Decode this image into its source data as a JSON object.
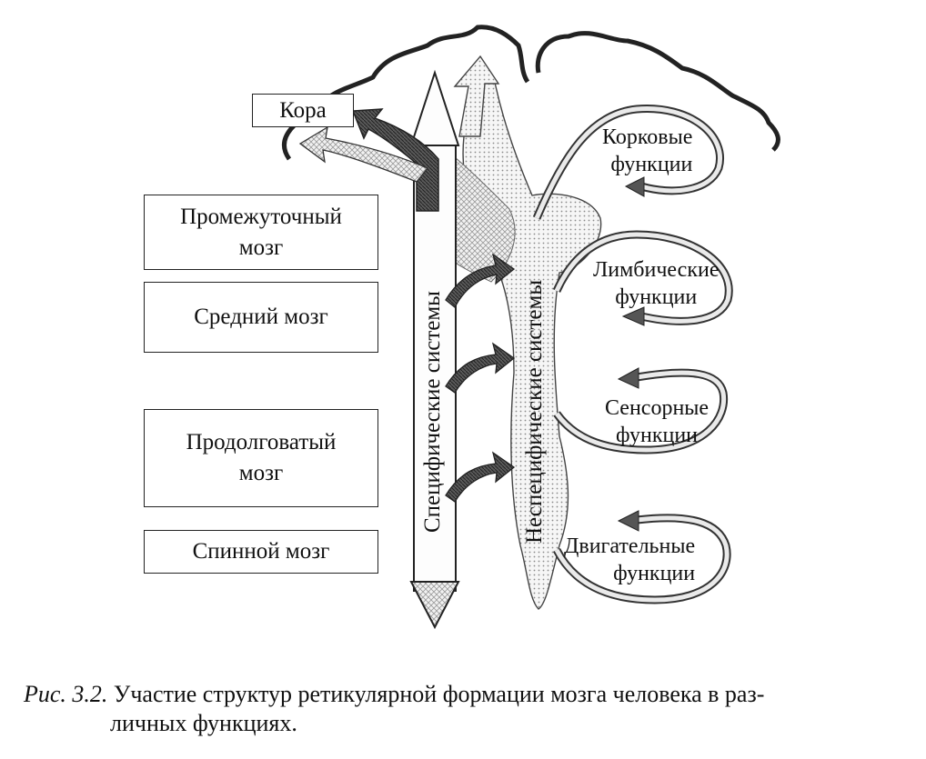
{
  "brain_regions": {
    "cortex": "Кора",
    "diencephalon_line1": "Промежуточный",
    "diencephalon_line2": "мозг",
    "midbrain": "Средний мозг",
    "medulla_line1": "Продолговатый",
    "medulla_line2": "мозг",
    "spinal_cord": "Спинной мозг"
  },
  "systems": {
    "specific": "Специфические системы",
    "nonspecific": "Неспецифические системы"
  },
  "functions": {
    "cortical_line1": "Корковые",
    "cortical_line2": "функции",
    "limbic_line1": "Лимбические",
    "limbic_line2": "функции",
    "sensory_line1": "Сенсорные",
    "sensory_line2": "функции",
    "motor_line1": "Двигательные",
    "motor_line2": "функции"
  },
  "caption": {
    "figure_label": "Рис. 3.2.",
    "text_line1": "Участие структур ретикулярной формации мозга человека в раз-",
    "text_line2": "личных функциях."
  }
}
